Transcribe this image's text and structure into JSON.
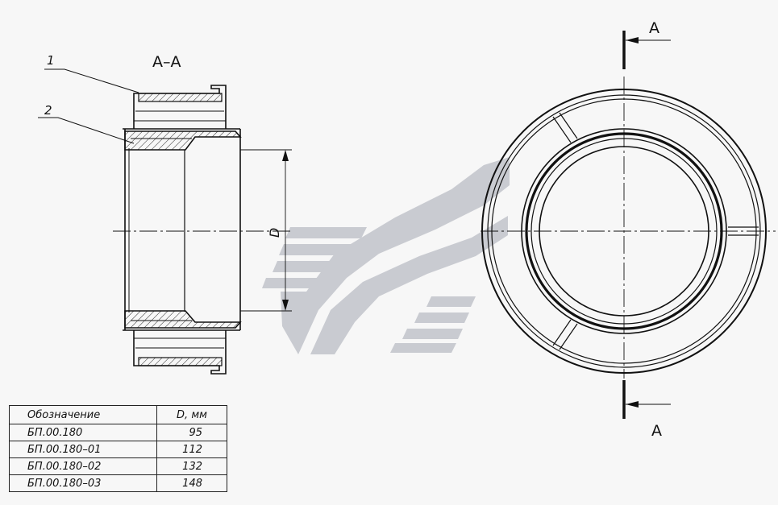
{
  "section_label": "A–A",
  "callouts": [
    "1",
    "2"
  ],
  "dimension_label": "D",
  "cut_markers": {
    "top": "A",
    "bottom": "A"
  },
  "table": {
    "headers": [
      "Обозначение",
      "D, мм"
    ],
    "rows": [
      [
        "БП.00.180",
        "95"
      ],
      [
        "БП.00.180–01",
        "112"
      ],
      [
        "БП.00.180–02",
        "132"
      ],
      [
        "БП.00.180–03",
        "148"
      ]
    ]
  },
  "colors": {
    "line": "#111111",
    "watermark": "#c9cbd1",
    "background": "#f7f7f7"
  }
}
